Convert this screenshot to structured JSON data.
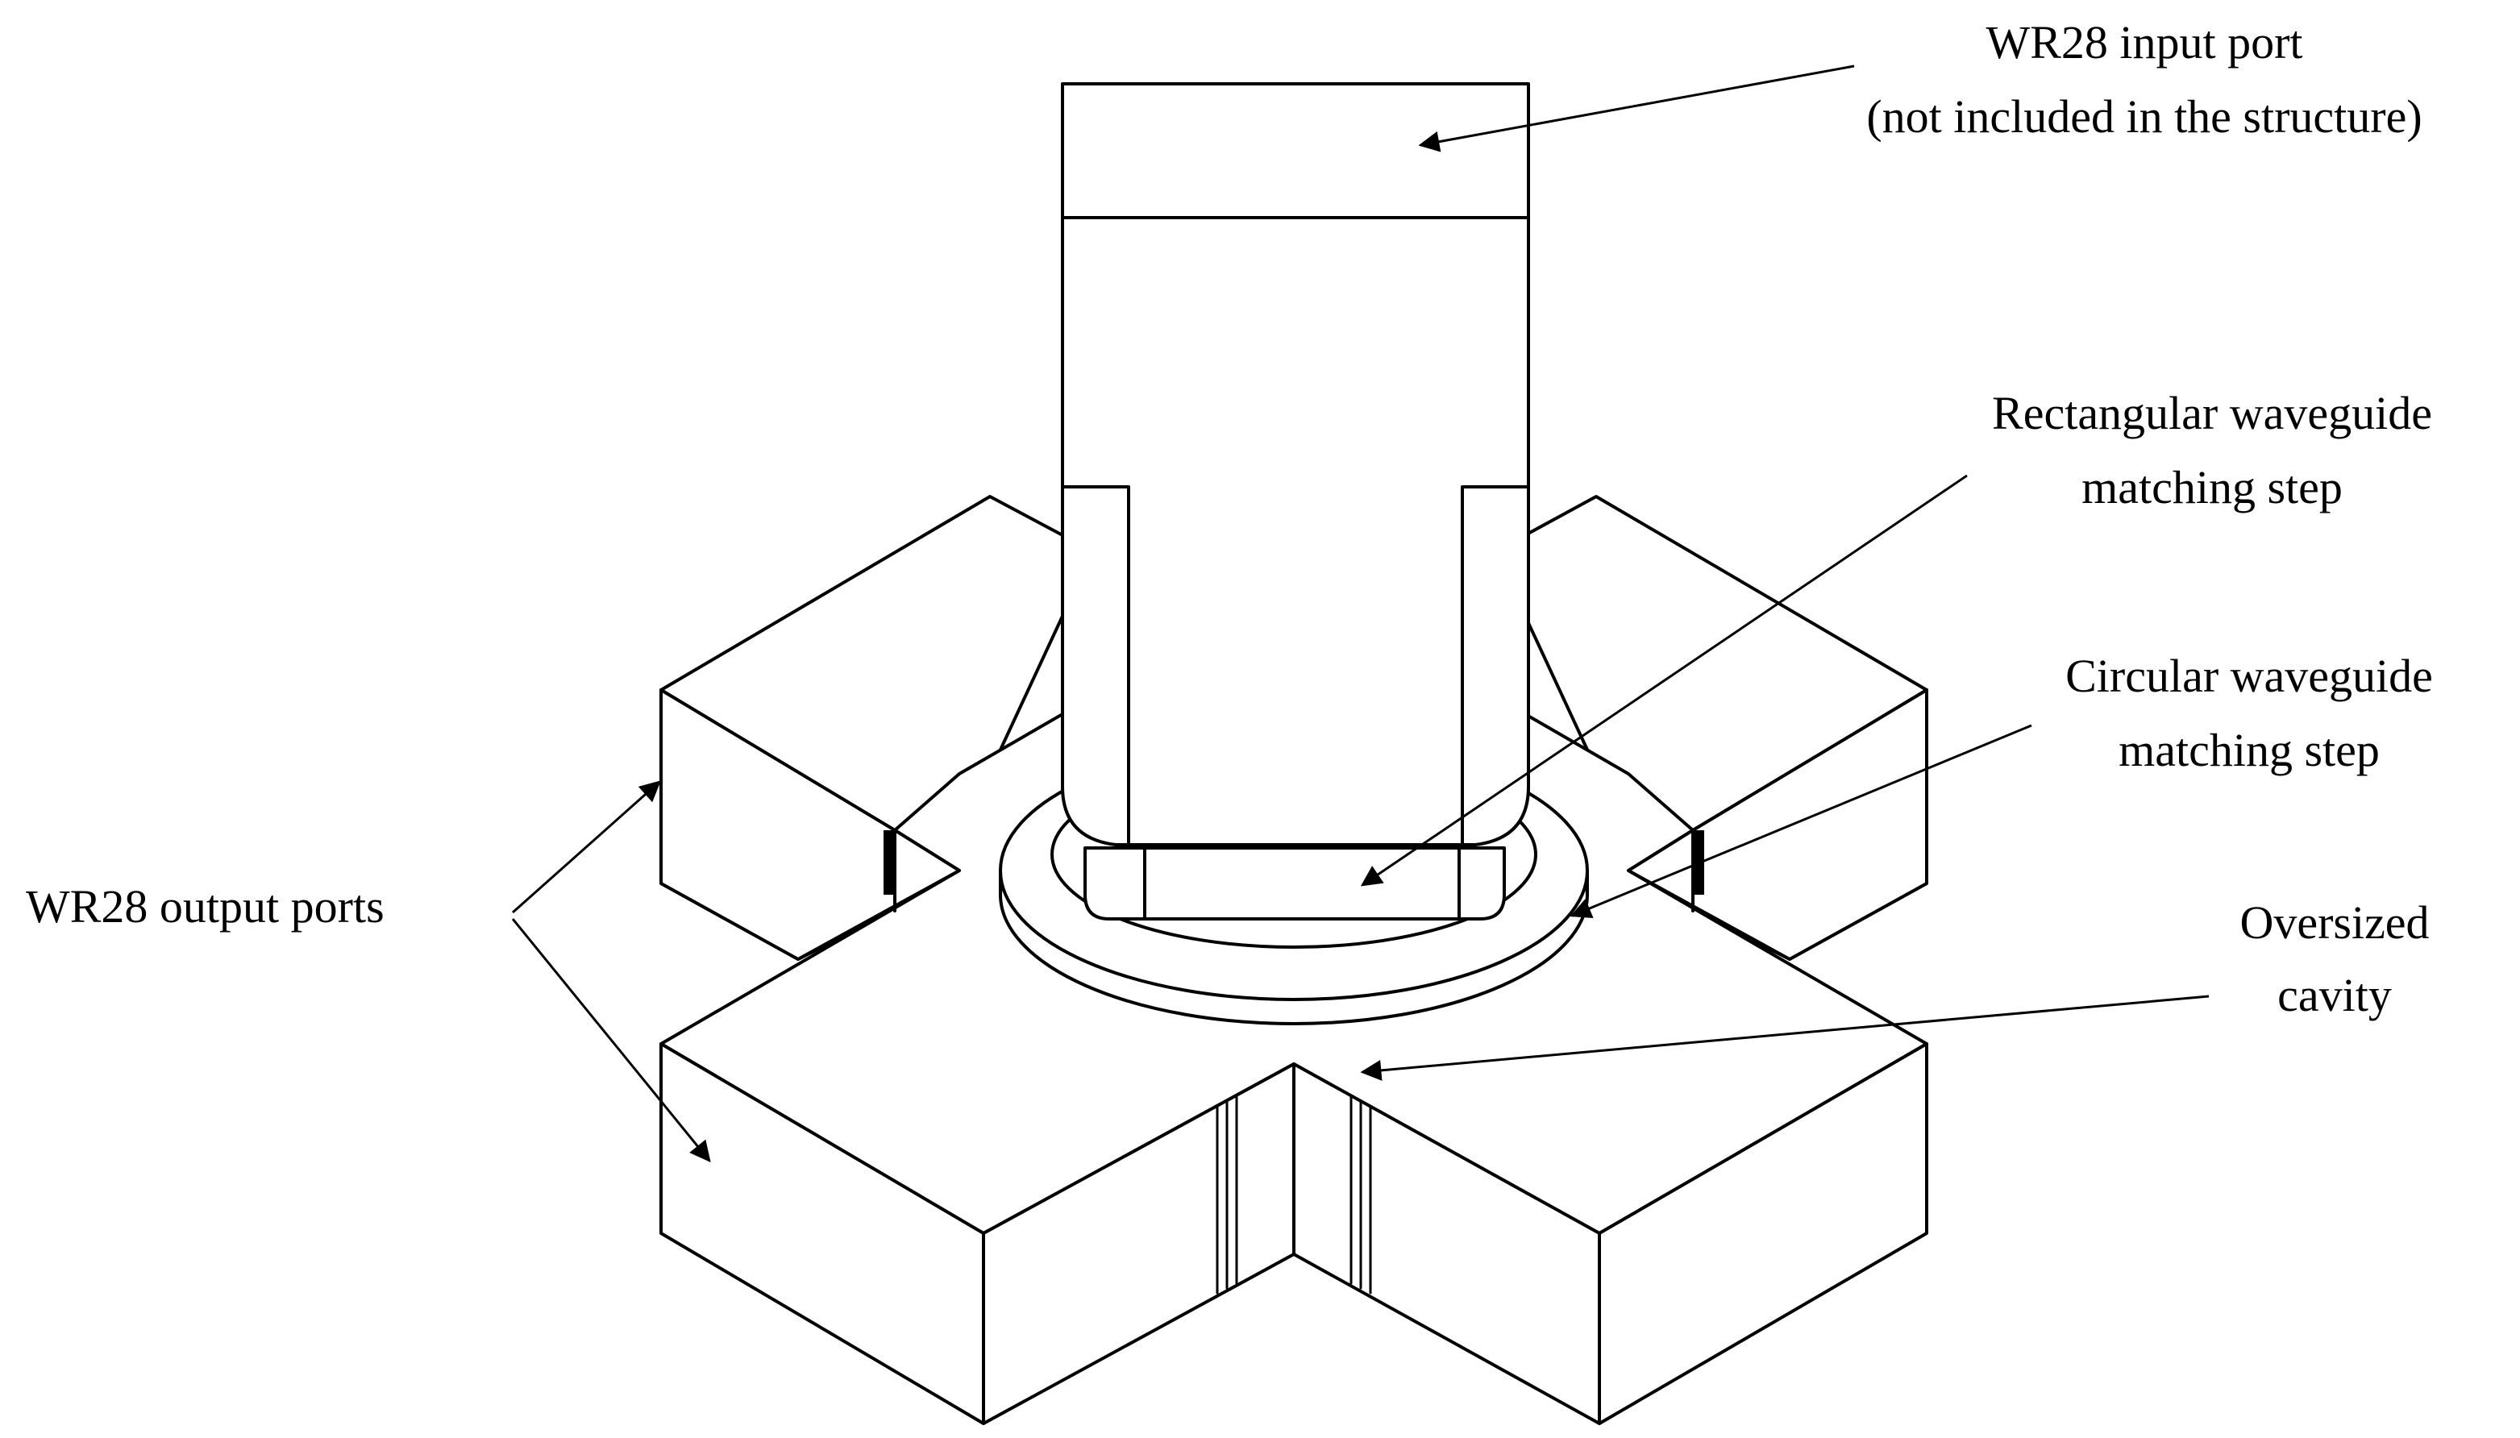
{
  "labels": {
    "input_port_line1": "WR28 input port",
    "input_port_line2": "(not included in the structure)",
    "rect_step_line1": "Rectangular waveguide",
    "rect_step_line2": "matching step",
    "circ_step_line1": "Circular waveguide",
    "circ_step_line2": "matching step",
    "cavity_line1": "Oversized",
    "cavity_line2": "cavity",
    "output_ports": "WR28 output ports"
  },
  "colors": {
    "line": "#000000",
    "background": "#ffffff"
  }
}
